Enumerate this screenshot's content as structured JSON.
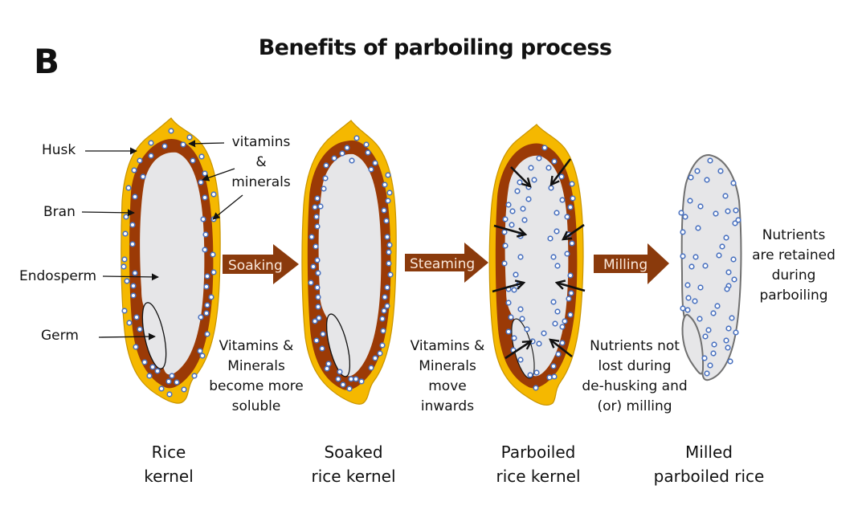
{
  "panel_letter": "B",
  "title": "Benefits of parboiling process",
  "colors": {
    "husk": "#f5b800",
    "husk_outline": "#c89400",
    "bran": "#9b3a06",
    "endosperm": "#e6e6e8",
    "nutrient_dot_stroke": "#4a72c0",
    "nutrient_dot_fill": "#ffffff",
    "process_arrow": "#8a3a0c",
    "milled_outline": "#707070"
  },
  "labels": {
    "husk": "Husk",
    "bran": "Bran",
    "endosperm": "Endosperm",
    "germ": "Germ",
    "vitamins_minerals": [
      "vitamins",
      "&",
      "minerals"
    ]
  },
  "process_steps": [
    {
      "label": "Soaking",
      "note": [
        "Vitamins &",
        "Minerals",
        "become more",
        "soluble"
      ]
    },
    {
      "label": "Steaming",
      "note": [
        "Vitamins &",
        "Minerals",
        "move",
        "inwards"
      ]
    },
    {
      "label": "Milling",
      "note": [
        "Nutrients not",
        "lost during",
        "de-husking and",
        "(or) milling"
      ]
    }
  ],
  "final_note": [
    "Nutrients",
    "are retained",
    "during",
    "parboiling"
  ],
  "stages": [
    {
      "caption": [
        "Rice",
        "kernel"
      ]
    },
    {
      "caption": [
        "Soaked",
        "rice kernel"
      ]
    },
    {
      "caption": [
        "Parboiled",
        "rice kernel"
      ]
    },
    {
      "caption": [
        "Milled",
        "parboiled rice"
      ]
    }
  ]
}
